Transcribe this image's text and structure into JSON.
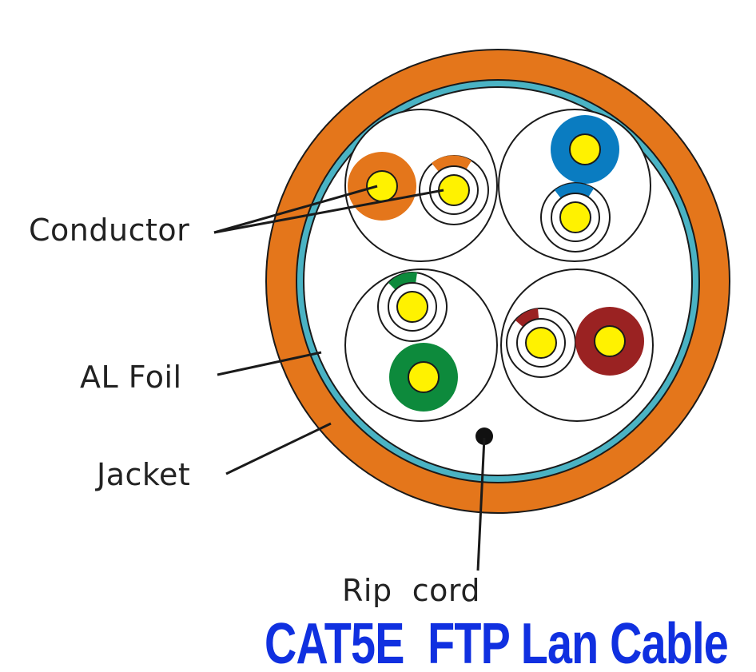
{
  "labels": {
    "conductor": "Conductor",
    "al_foil": "AL Foil",
    "jacket": "Jacket",
    "rip_cord": "Rip  cord"
  },
  "title": "CAT5E  FTP Lan Cable",
  "colors": {
    "jacket": "#e4761b",
    "foil": "#4ab3c4",
    "conductor": "#fff200",
    "orange_pair": "#e4761b",
    "blue_pair": "#0a7cc1",
    "green_pair": "#0d8a3c",
    "brown_pair": "#9a2222",
    "title": "#1030e0",
    "outline": "#1a1a1a"
  },
  "pairs": [
    {
      "name": "orange",
      "color_key": "orange_pair"
    },
    {
      "name": "blue",
      "color_key": "blue_pair"
    },
    {
      "name": "green",
      "color_key": "green_pair"
    },
    {
      "name": "brown",
      "color_key": "brown_pair"
    }
  ]
}
